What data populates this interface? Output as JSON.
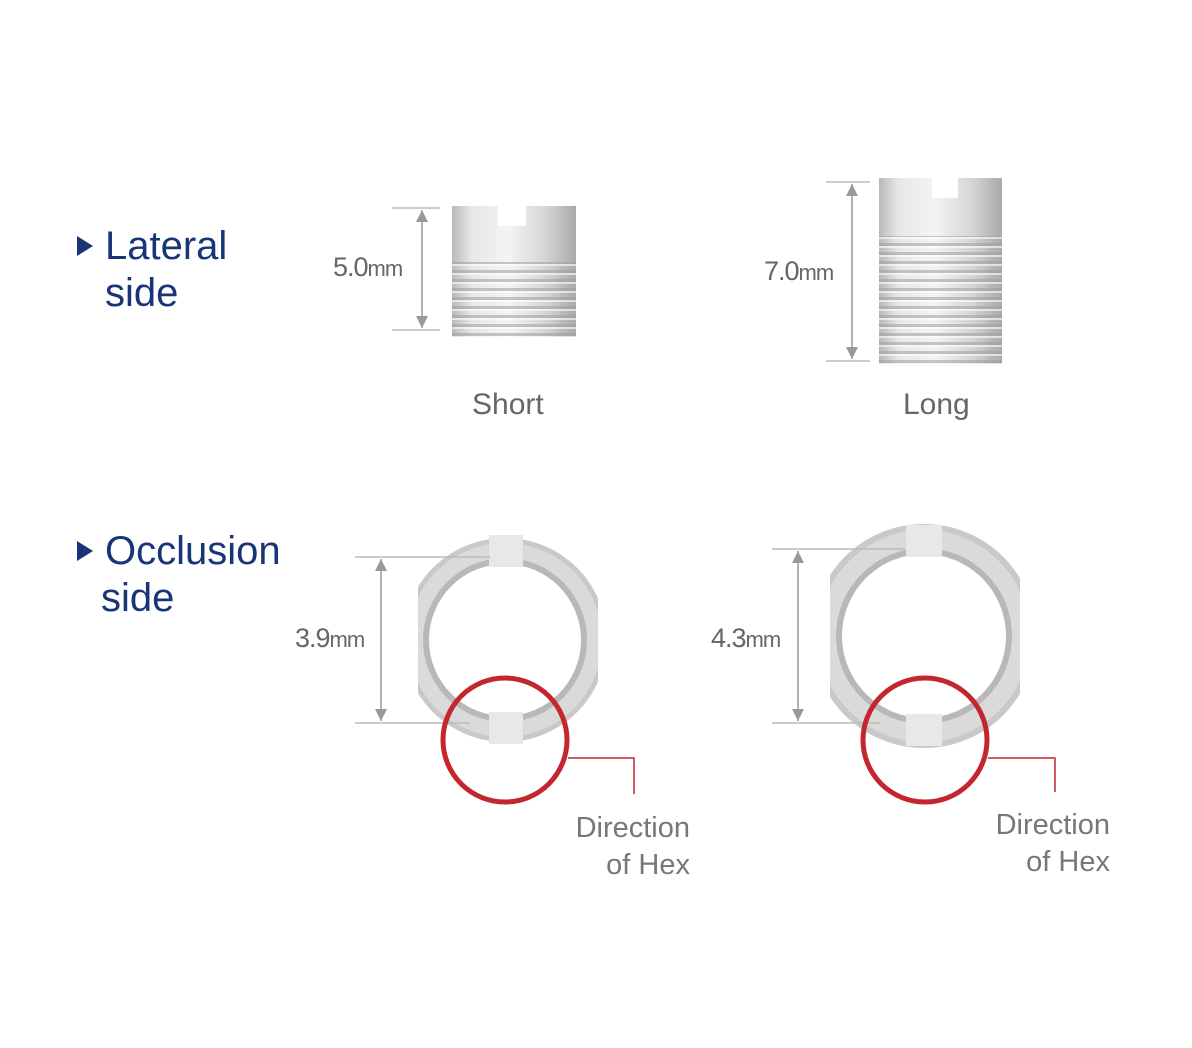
{
  "lateral": {
    "title_line1": "Lateral",
    "title_line2": "side",
    "short": {
      "dimension": "5.0",
      "unit": "mm",
      "caption": "Short"
    },
    "long": {
      "dimension": "7.0",
      "unit": "mm",
      "caption": "Long"
    }
  },
  "occlusion": {
    "title_line1": "Occlusion",
    "title_line2": "side",
    "left": {
      "dimension": "3.9",
      "unit": "mm",
      "label_line1": "Direction",
      "label_line2": "of Hex"
    },
    "right": {
      "dimension": "4.3",
      "unit": "mm",
      "label_line1": "Direction",
      "label_line2": "of Hex"
    }
  },
  "colors": {
    "title": "#1a3478",
    "highlight_circle": "#c4262e",
    "dimension_line": "#aaaaaa"
  }
}
